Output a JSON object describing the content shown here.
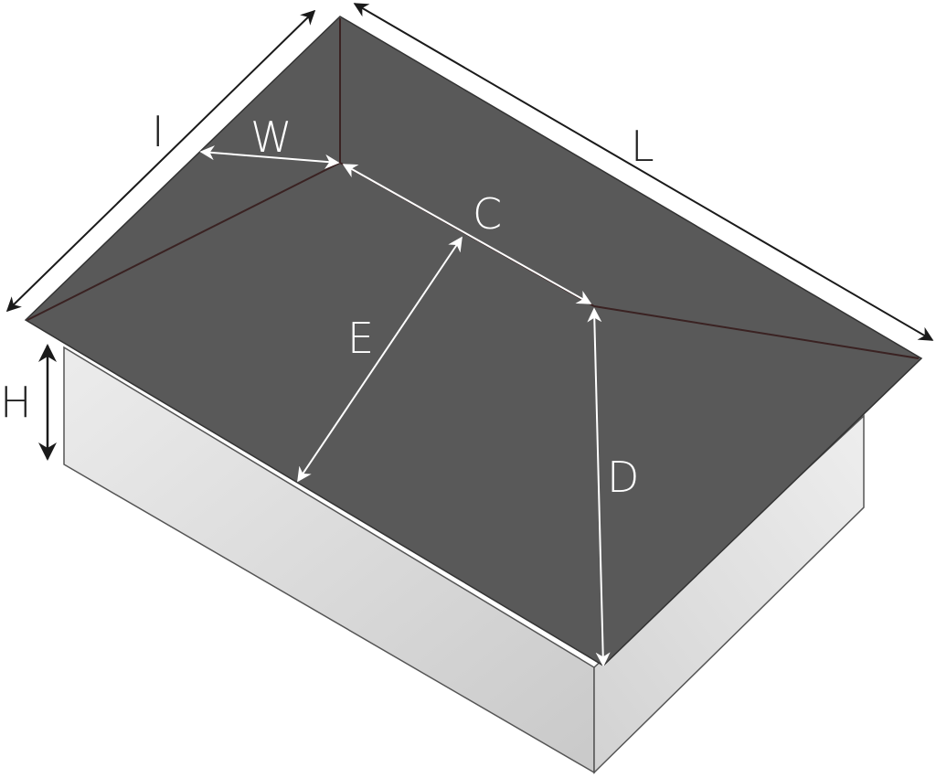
{
  "labels": {
    "I": "I",
    "W": "W",
    "L": "L",
    "C": "C",
    "E": "E",
    "D": "D",
    "H": "H"
  },
  "colors": {
    "roof": "#595959",
    "ridge_line": "#3a2222",
    "wall_light": "#ececec",
    "wall_dark": "#c9c9c9",
    "outer_arrow": "#1a1a1a",
    "inner_arrow": "#ffffff"
  }
}
